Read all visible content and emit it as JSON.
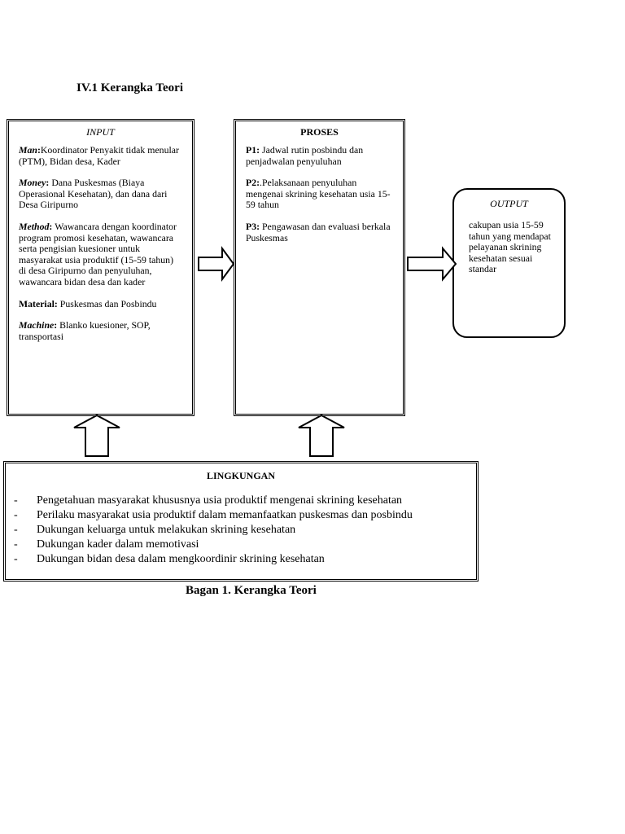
{
  "heading": "IV.1 Kerangka Teori",
  "input": {
    "title": "INPUT",
    "items": [
      {
        "key": "Man",
        "sep": ":",
        "text": "Koordinator Penyakit tidak menular (PTM), Bidan desa, Kader"
      },
      {
        "key": "Money",
        "sep": ": ",
        "text": "Dana Puskesmas (Biaya Operasional Kesehatan), dan dana dari Desa Giripurno"
      },
      {
        "key": "Method",
        "sep": ": ",
        "text": "Wawancara dengan koordinator program promosi kesehatan, wawancara serta pengisian kuesioner untuk masyarakat usia produktif (15-59 tahun) di desa Giripurno dan penyuluhan, wawancara bidan desa dan kader"
      },
      {
        "key": "Material:",
        "sep": " ",
        "text": "Puskesmas dan Posbindu"
      },
      {
        "key": "Machine",
        "sep": ": ",
        "text": "Blanko kuesioner, SOP, transportasi"
      }
    ]
  },
  "proses": {
    "title": "PROSES",
    "items": [
      {
        "key": "P1:",
        "text": " Jadwal rutin posbindu dan penjadwalan penyuluhan"
      },
      {
        "key": "P2:",
        "text": ".Pelaksanaan penyuluhan mengenai skrining kesehatan usia 15-59 tahun"
      },
      {
        "key": "P3:",
        "text": " Pengawasan dan evaluasi berkala Puskesmas"
      }
    ]
  },
  "output": {
    "title": "OUTPUT",
    "text": "cakupan usia 15-59 tahun yang mendapat pelayanan skrining kesehatan sesuai standar"
  },
  "lingkungan": {
    "title": "LINGKUNGAN",
    "dash": "-",
    "items": [
      "Pengetahuan  masyarakat khususnya usia produktif mengenai skrining kesehatan",
      "Perilaku masyarakat usia produktif dalam  memanfaatkan puskesmas dan posbindu",
      "Dukungan keluarga untuk melakukan skrining kesehatan",
      "Dukungan kader dalam memotivasi",
      "Dukungan bidan desa dalam mengkoordinir skrining kesehatan"
    ]
  },
  "caption": "Bagan 1. Kerangka Teori"
}
